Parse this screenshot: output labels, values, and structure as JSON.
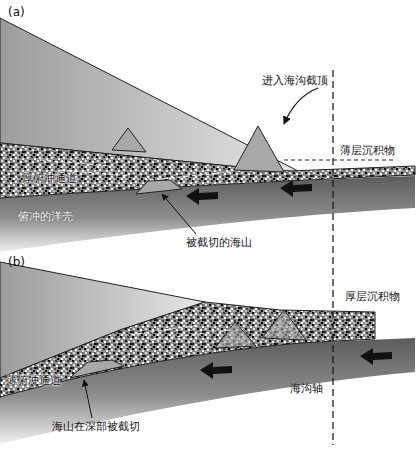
{
  "diagram": {
    "labels": [
      "(a)",
      "进入海沟截顶",
      "薄层沉积物",
      "厚俯冲通道",
      "被截切的海山",
      "俯冲的洋壳",
      "海沟轴",
      "(b)",
      "厚层沉积物",
      "薄俯冲通道",
      "海山在深部被截切"
    ]
  }
}
